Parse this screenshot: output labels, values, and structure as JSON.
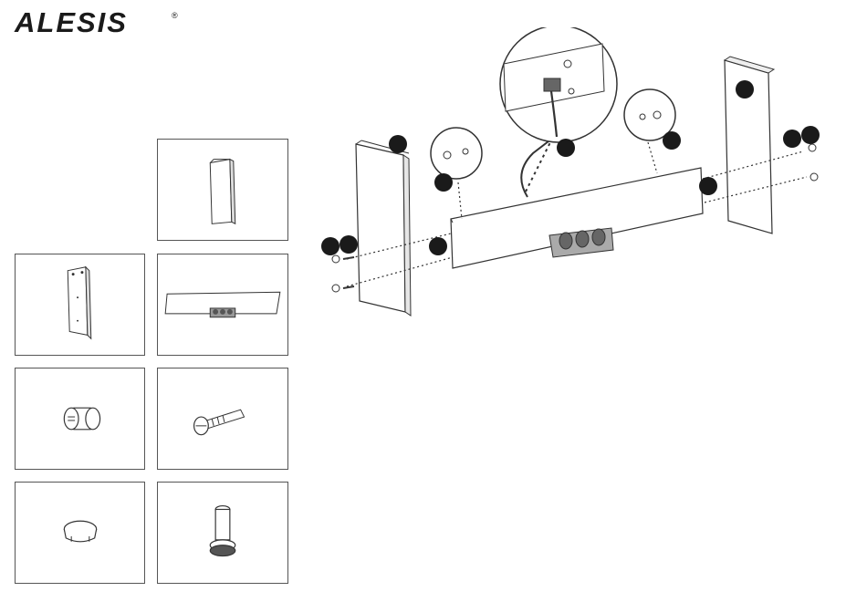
{
  "brand": {
    "name": "ALESIS",
    "trademark": "®"
  },
  "parts": [
    {
      "id": "side-panel-small"
    },
    {
      "id": "side-panel"
    },
    {
      "id": "pedal-board"
    },
    {
      "id": "barrel-nut"
    },
    {
      "id": "bolt"
    },
    {
      "id": "cap"
    },
    {
      "id": "thumb-screw"
    }
  ],
  "colors": {
    "line": "#333333",
    "callout": "#1a1a1a",
    "background": "#ffffff"
  }
}
